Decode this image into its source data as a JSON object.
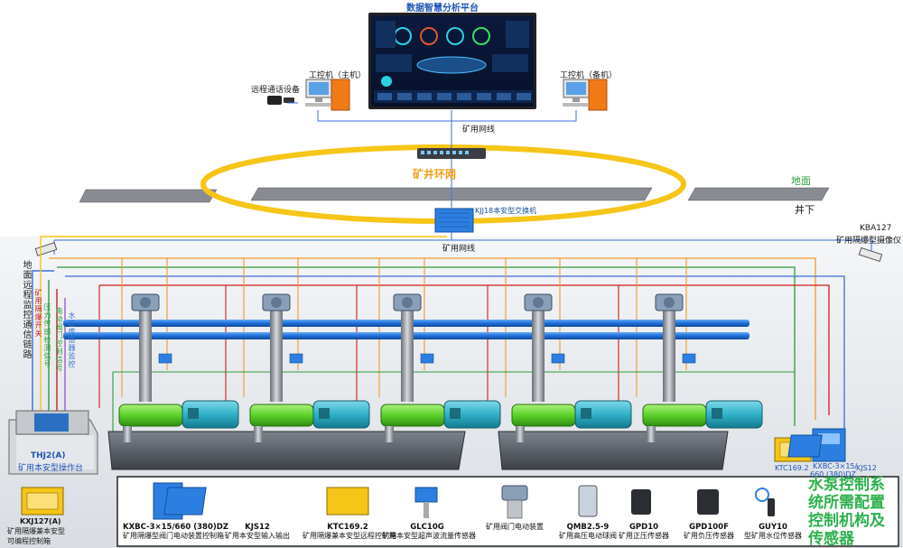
{
  "top": {
    "platform_title": "数据智慧分析平台",
    "workstation_main": "工控机（主机）",
    "workstation_backup": "工控机（备机）",
    "remote_call_device": "远程通话设备",
    "mine_network": "矿用网线",
    "ring_label": "矿井环网",
    "ground": "地面",
    "underground": "井下",
    "switch_label": "KJJ18本安型交换机",
    "network_lower": "矿用网线",
    "camera_model": "KBA127",
    "camera_name": "矿用隔爆型摄像仪"
  },
  "vertical_lines": {
    "remote_comm": "地面远程监控通信链路",
    "switch_power": "矿用隔爆开关",
    "pressure_sense": "压力传感检测信号",
    "valve_signal": "电动阀门控制信号",
    "level_sense": "水位传感器监控"
  },
  "console": {
    "model": "THJ2(A)",
    "name": "矿用本安型操作台",
    "controller_model": "KXJ127(A)",
    "controller_name_1": "矿用隔爆兼本安型",
    "controller_name_2": "可编程控制箱"
  },
  "cabinets": {
    "ktc": "KTC169.2",
    "kxbc_1": "KXBC-3×15/",
    "kxbc_2": "660 (380)DZ",
    "kjs": "KJS12"
  },
  "legend": {
    "title": "水泵控制系统所需配置控制机构及传感器",
    "items": [
      {
        "model": "KXBC-3×15/660 (380)DZ",
        "name": "矿用隔爆型阀门电动装置控制箱"
      },
      {
        "model": "KJS12",
        "name": "矿用本安型输入输出"
      },
      {
        "model": "KTC169.2",
        "name": "矿用隔爆兼本安型远程控制箱"
      },
      {
        "model": "GLC10G",
        "name": "矿用本安型超声波流量传感器"
      },
      {
        "model": "",
        "name": "矿用阀门电动装置"
      },
      {
        "model": "QMB2.5-9",
        "name": "矿用高压电动球阀"
      },
      {
        "model": "GPD10",
        "name": "矿用正压传感器"
      },
      {
        "model": "GPD100F",
        "name": "矿用负压传感器"
      },
      {
        "model": "GUY10",
        "name": "型矿用水位传感器"
      }
    ]
  },
  "colors": {
    "ring": "#f5c518",
    "blue_pipe": "#1f6fd8",
    "motor": "#2fb1c9",
    "pump": "#5cd12a",
    "tank": "#555a62",
    "red_line": "#d21b1b",
    "green_line": "#2e9a3a",
    "orange_line": "#f09a2a"
  }
}
